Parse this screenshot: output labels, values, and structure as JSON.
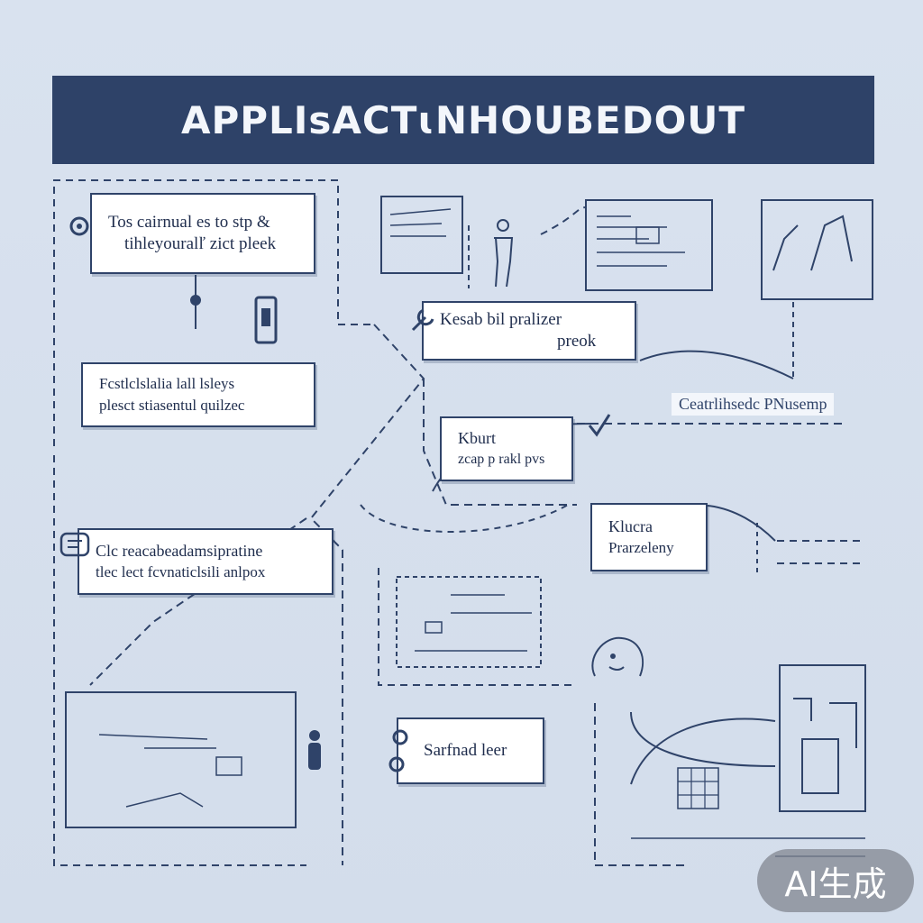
{
  "title": "APPLIsACTɩNHOUBEDOUT",
  "callouts": {
    "c1": {
      "line1": "Tos cairnual  es to stp &",
      "line2": "tihleyouralľ zict pleek"
    },
    "c2": {
      "line1": "Kesab bil pralizer",
      "line2": "preok"
    },
    "c3": {
      "line1": "Fcstlclslalia lall lsleys",
      "line2": "plesct stiasentul quilzec"
    },
    "c4": {
      "line1": "Kburt",
      "line2": "zcap p rakl pvs"
    },
    "c5": {
      "line1": "Klucra",
      "line2": "Prarzeleny"
    },
    "c6": {
      "line1": "Clc reacabeadamsipratine",
      "line2": "tlec lect fcvnaticlsili anlpox"
    },
    "c7": {
      "line1": "Sarfnad leer"
    }
  },
  "labels": {
    "right_label": "Ceatrlihsedc PNusemp"
  },
  "badge": "AI生成",
  "colors": {
    "navy": "#2e4268",
    "background": "#d7e0ee",
    "callout_bg": "#ffffff"
  }
}
